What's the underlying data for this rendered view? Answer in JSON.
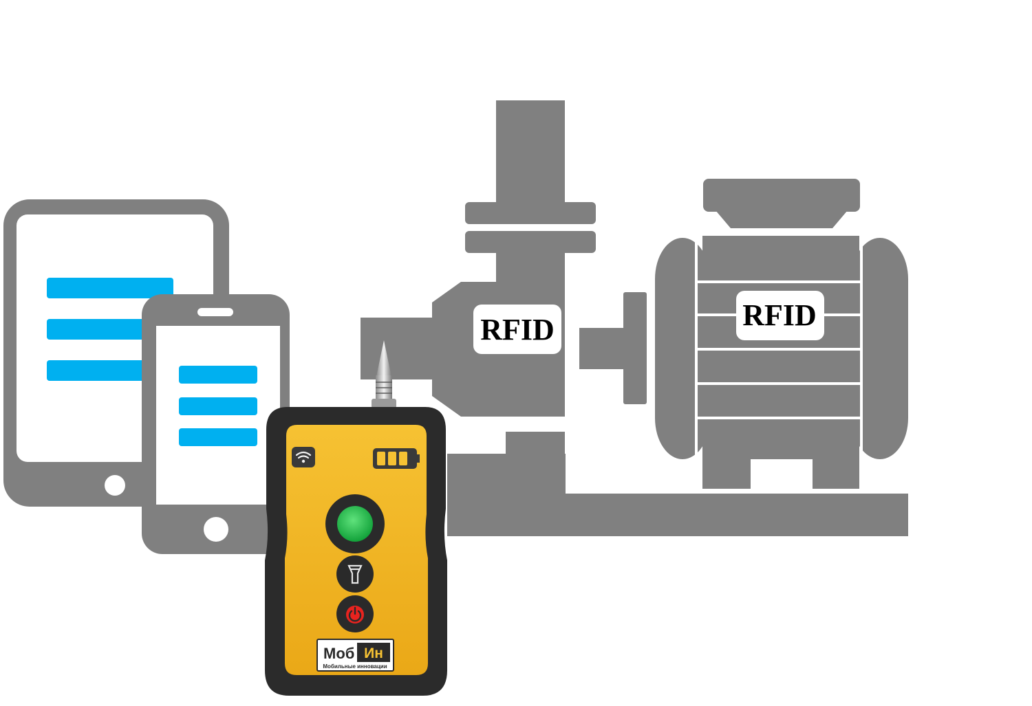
{
  "colors": {
    "machine_gray": "#808080",
    "screen_line_blue": "#00b0f0",
    "device_yellow": "#f2b61f",
    "device_body": "#2b2b2b",
    "button_green": "#1fb84a",
    "button_red": "#e8231f"
  },
  "labels": {
    "rfid_pump": "RFID",
    "rfid_motor": "RFID"
  },
  "device": {
    "logo_left": "Моб",
    "logo_right": "Ин",
    "logo_subtitle": "Мобильные инновации",
    "icons": [
      "wifi-icon",
      "battery-icon",
      "flashlight-icon",
      "power-icon"
    ]
  }
}
